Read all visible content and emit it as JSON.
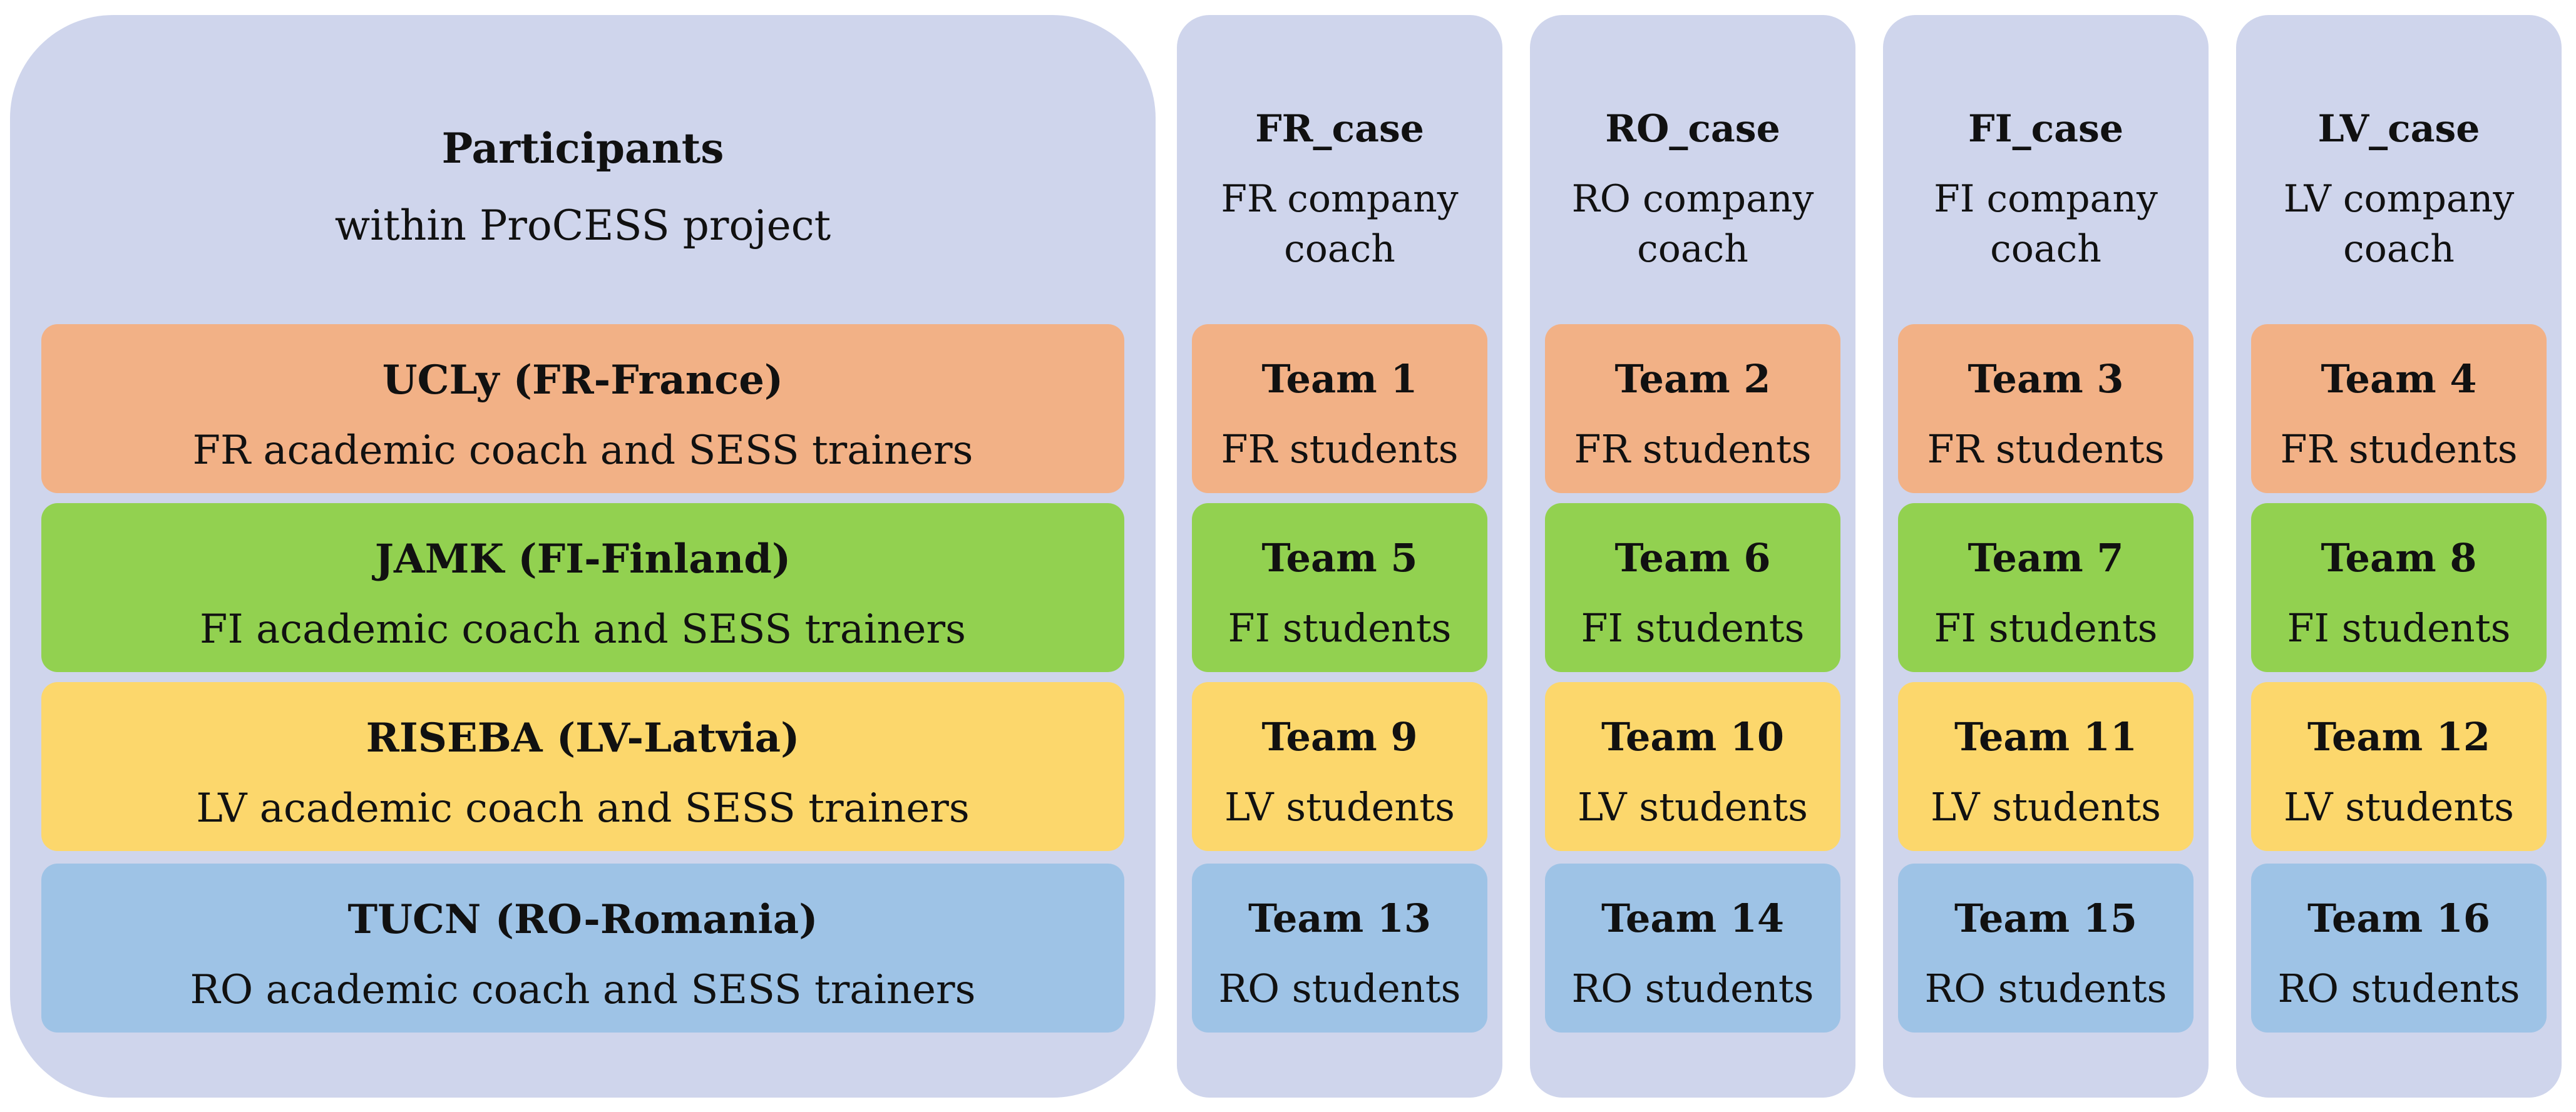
{
  "colors": {
    "panel": "#cfd5ec",
    "fr": "#f2b186",
    "fi": "#92d150",
    "lv": "#fcd76c",
    "ro": "#9ec3e6"
  },
  "participants": {
    "title": "Participants",
    "subtitle": "within ProCESS project",
    "institutions": [
      {
        "name": "UCLy (FR-France)",
        "desc": "FR academic coach and SESS trainers"
      },
      {
        "name": "JAMK (FI-Finland)",
        "desc": "FI academic coach and SESS trainers"
      },
      {
        "name": "RISEBA (LV-Latvia)",
        "desc": "LV academic coach and SESS trainers"
      },
      {
        "name": "TUCN (RO-Romania)",
        "desc": "RO academic coach and SESS trainers"
      }
    ]
  },
  "cases": [
    {
      "title": "FR_case",
      "coach": "FR company coach",
      "teams": [
        {
          "name": "Team 1",
          "students": "FR students"
        },
        {
          "name": "Team 5",
          "students": "FI students"
        },
        {
          "name": "Team 9",
          "students": "LV students"
        },
        {
          "name": "Team 13",
          "students": "RO students"
        }
      ]
    },
    {
      "title": "RO_case",
      "coach": "RO company coach",
      "teams": [
        {
          "name": "Team 2",
          "students": "FR students"
        },
        {
          "name": "Team 6",
          "students": "FI students"
        },
        {
          "name": "Team 10",
          "students": "LV students"
        },
        {
          "name": "Team 14",
          "students": "RO students"
        }
      ]
    },
    {
      "title": "FI_case",
      "coach": "FI company coach",
      "teams": [
        {
          "name": "Team 3",
          "students": "FR students"
        },
        {
          "name": "Team 7",
          "students": "FI students"
        },
        {
          "name": "Team 11",
          "students": "LV students"
        },
        {
          "name": "Team 15",
          "students": "RO students"
        }
      ]
    },
    {
      "title": "LV_case",
      "coach": "LV company coach",
      "teams": [
        {
          "name": "Team 4",
          "students": "FR students"
        },
        {
          "name": "Team 8",
          "students": "FI students"
        },
        {
          "name": "Team 12",
          "students": "LV students"
        },
        {
          "name": "Team 16",
          "students": "RO students"
        }
      ]
    }
  ]
}
